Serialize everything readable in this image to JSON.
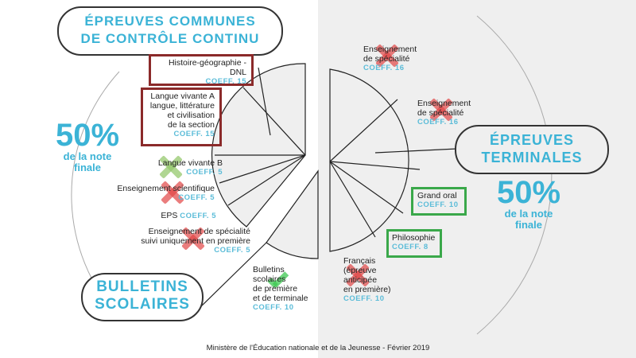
{
  "left": {
    "title_line1": "ÉPREUVES COMMUNES",
    "title_line2": "DE CONTRÔLE CONTINU",
    "percent": "50%",
    "percent_sub1": "de la note",
    "percent_sub2": "finale",
    "items": [
      {
        "label": "Histoire-géographie - DNL",
        "coeff": "COEFF. 15",
        "status": "kept"
      },
      {
        "label_lines": [
          "Langue vivante A",
          "langue, littérature",
          "et civilisation",
          "de la section"
        ],
        "coeff": "COEFF. 15",
        "status": "kept"
      },
      {
        "label": "Langue vivante B",
        "coeff": "COEFF. 5",
        "status": "removed"
      },
      {
        "label": "Enseignement scientifique",
        "coeff": "COEFF. 5",
        "status": "removed"
      },
      {
        "label": "EPS",
        "coeff": "COEFF. 5",
        "status": "neutral"
      },
      {
        "label_lines": [
          "Enseignement de spécialité",
          "suivi uniquement en première"
        ],
        "coeff": "COEFF. 5",
        "status": "removed"
      }
    ],
    "bulletins": {
      "title_line1": "BULLETINS",
      "title_line2": "SCOLAIRES",
      "label_lines": [
        "Bulletins",
        "scolaires",
        "de première",
        "et de terminale"
      ],
      "coeff": "COEFF. 10",
      "status": "checked"
    }
  },
  "right": {
    "title_line1": "ÉPREUVES",
    "title_line2": "TERMINALES",
    "percent": "50%",
    "percent_sub1": "de la note",
    "percent_sub2": "finale",
    "items": [
      {
        "label_lines": [
          "Enseignement",
          "de spécialité"
        ],
        "coeff": "COEFF. 16",
        "status": "removed"
      },
      {
        "label_lines": [
          "Enseignement",
          "de spécialité"
        ],
        "coeff": "COEFF. 16",
        "status": "removed"
      },
      {
        "label": "Grand oral",
        "coeff": "COEFF. 10",
        "status": "kept"
      },
      {
        "label": "Philosophie",
        "coeff": "COEFF. 8",
        "status": "kept"
      },
      {
        "label_lines": [
          "Français",
          "(épreuve",
          "anticipée",
          "en première)"
        ],
        "coeff": "COEFF. 10",
        "status": "removed"
      }
    ]
  },
  "footer": "Ministère de l'Éducation nationale et de la Jeunesse - Février 2019",
  "colors": {
    "accent": "#3bb3d6",
    "kept_left": "#8b2a2a",
    "kept_right": "#3aa84a",
    "cross": "#e04646"
  }
}
